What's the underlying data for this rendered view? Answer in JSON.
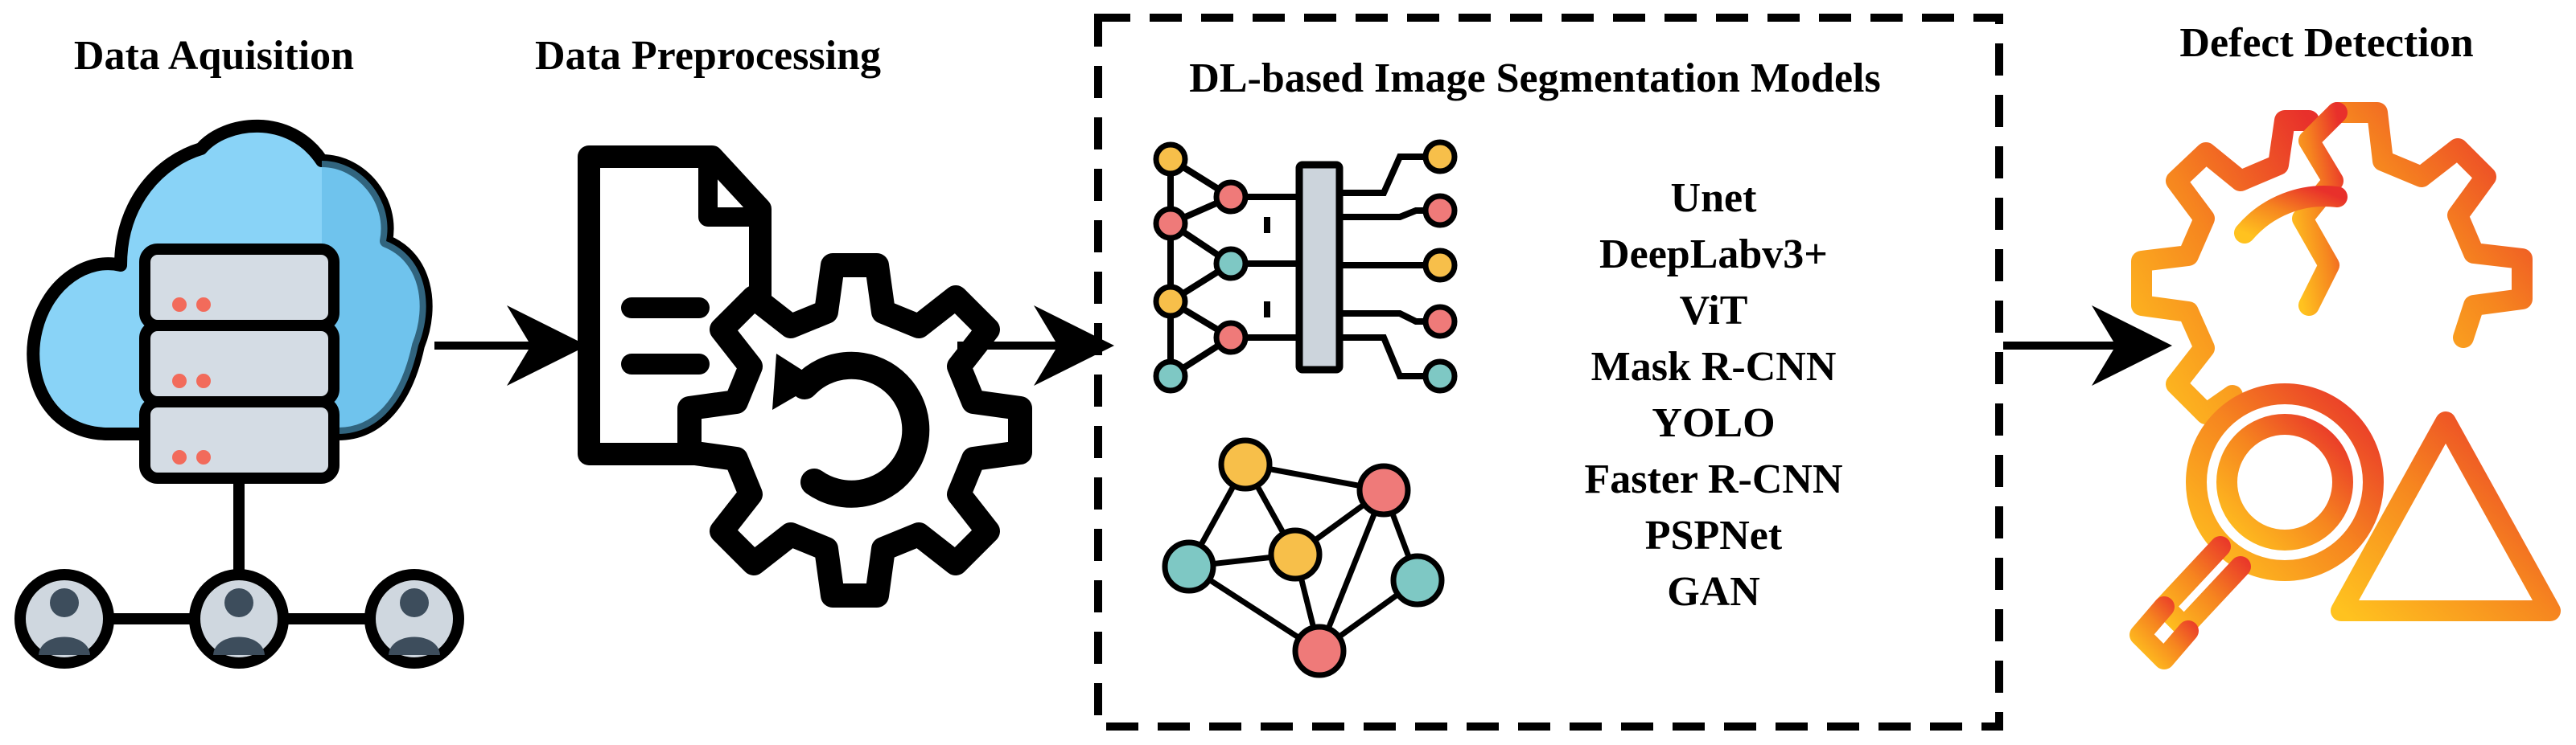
{
  "stages": {
    "acquisition": {
      "title": "Data Aquisition"
    },
    "preprocessing": {
      "title": "Data Preprocessing"
    },
    "segmentation": {
      "title": "DL-based Image Segmentation Models",
      "models": [
        "Unet",
        "DeepLabv3+",
        "ViT",
        "Mask R-CNN",
        "YOLO",
        "Faster R-CNN",
        "PSPNet",
        "GAN"
      ]
    },
    "detection": {
      "title": "Defect Detection"
    }
  },
  "icons": {
    "acquisition": [
      "cloud-icon",
      "server-icon",
      "user-icon"
    ],
    "preprocessing": [
      "document-icon",
      "gear-icon"
    ],
    "segmentation": [
      "neural-network-icon",
      "graph-network-icon"
    ],
    "detection": [
      "gear-icon",
      "magnifier-icon",
      "warning-icon"
    ]
  },
  "colors": {
    "cloud_light": "#86d2f6",
    "cloud_dark": "#5bb8e6",
    "server": "#d3dbe3",
    "led": "#f26b5b",
    "node_yellow": "#f7bf4a",
    "node_red": "#ef7a79",
    "node_teal": "#7ec8c4",
    "gradient_start": "#ffbf1f",
    "gradient_end": "#eb3b2d"
  }
}
